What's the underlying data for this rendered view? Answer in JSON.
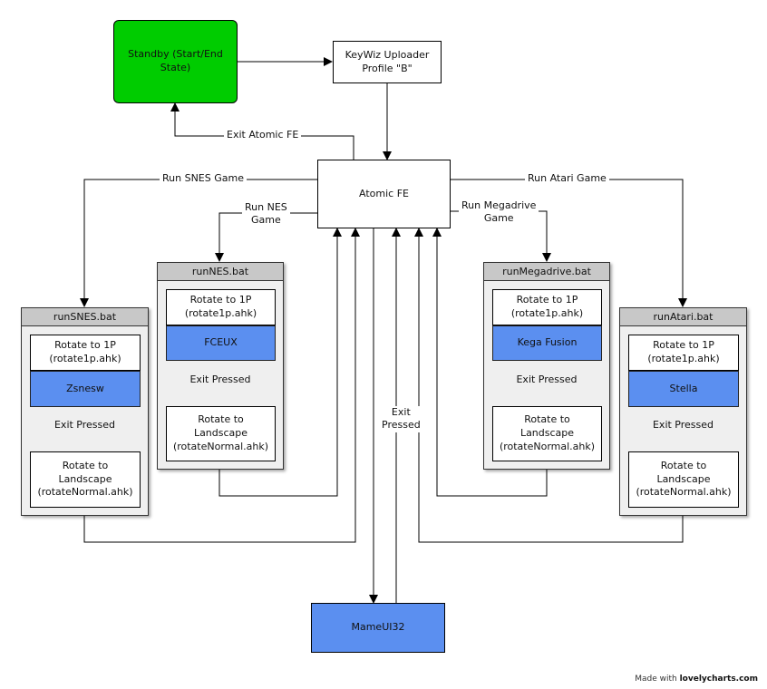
{
  "nodes": {
    "standby": "Standby (Start/End\nState)",
    "keywiz": "KeyWiz Uploader\nProfile \"B\"",
    "atomic_fe": "Atomic FE",
    "mameui32": "MameUI32"
  },
  "edge_labels": {
    "exit_atomic_fe": "Exit Atomic FE",
    "run_snes": "Run SNES Game",
    "run_nes": "Run NES\nGame",
    "run_megadrive": "Run Megadrive\nGame",
    "run_atari": "Run Atari Game",
    "exit_pressed_mame": "Exit\nPressed"
  },
  "groups": {
    "snes": {
      "title": "runSNES.bat",
      "rotate_1p": "Rotate to 1P\n(rotate1p.ahk)",
      "emulator": "Zsnesw",
      "exit_pressed": "Exit Pressed",
      "rotate_landscape": "Rotate to\nLandscape\n(rotateNormal.ahk)"
    },
    "nes": {
      "title": "runNES.bat",
      "rotate_1p": "Rotate to 1P\n(rotate1p.ahk)",
      "emulator": "FCEUX",
      "exit_pressed": "Exit Pressed",
      "rotate_landscape": "Rotate to\nLandscape\n(rotateNormal.ahk)"
    },
    "megadrive": {
      "title": "runMegadrive.bat",
      "rotate_1p": "Rotate to 1P\n(rotate1p.ahk)",
      "emulator": "Kega Fusion",
      "exit_pressed": "Exit Pressed",
      "rotate_landscape": "Rotate to\nLandscape\n(rotateNormal.ahk)"
    },
    "atari": {
      "title": "runAtari.bat",
      "rotate_1p": "Rotate to 1P\n(rotate1p.ahk)",
      "emulator": "Stella",
      "exit_pressed": "Exit Pressed",
      "rotate_landscape": "Rotate to\nLandscape\n(rotateNormal.ahk)"
    }
  },
  "footer": {
    "made_with": "Made with",
    "brand": "lovelycharts.com"
  },
  "colors": {
    "standby_fill": "#00cc00",
    "emulator_fill": "#5b8ff0",
    "group_fill": "#efefef",
    "group_header": "#c8c8c8"
  }
}
